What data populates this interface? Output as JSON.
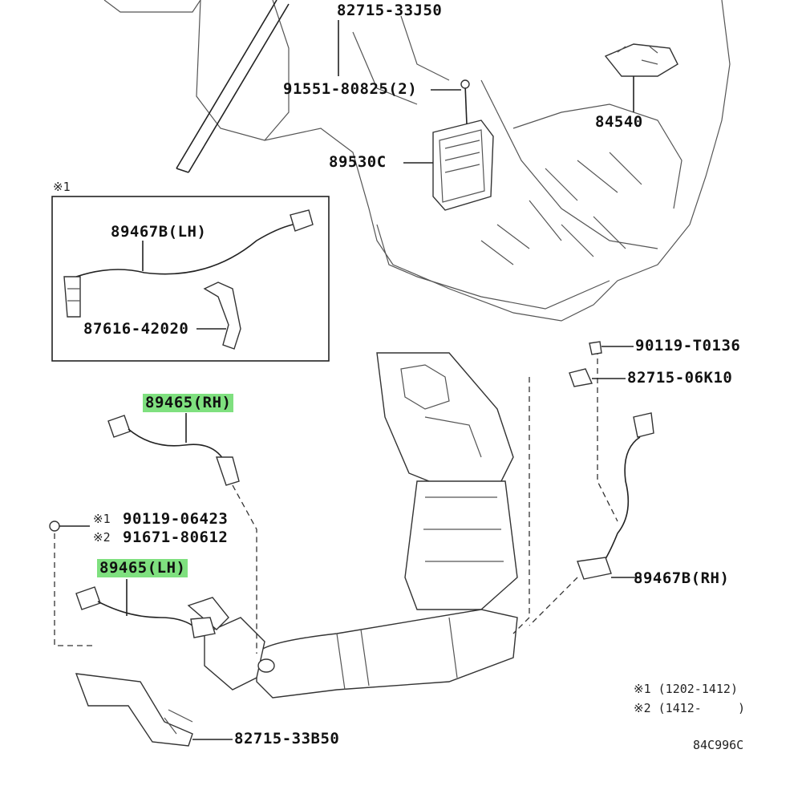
{
  "labels": {
    "p1": "82715-33J50",
    "p2": "91551-80825(2)",
    "p3": "84540",
    "p4": "89530C",
    "p5": "89467B(LH)",
    "p6": "87616-42020",
    "p7": "90119-T0136",
    "p8": "82715-06K10",
    "p9": "89465(RH)",
    "p10a": "90119-06423",
    "p10b": "91671-80612",
    "p11": "89465(LH)",
    "p12": "89467B(RH)",
    "p13": "82715-33B50"
  },
  "marks": {
    "box": "※1",
    "m1": "※1",
    "m2": "※2"
  },
  "notes": {
    "n1": "※1 (1202-1412)",
    "n2": "※2 (1412-     )"
  },
  "diagram_id": "84C996C",
  "highlight_color": "#7fe07f"
}
